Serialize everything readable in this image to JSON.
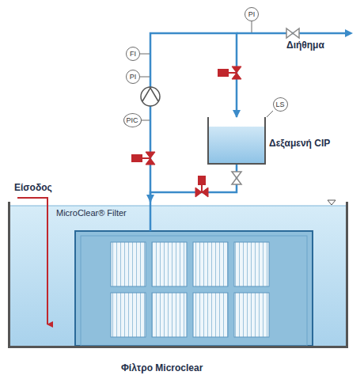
{
  "diagram": {
    "caption": "Φίλτρο Microclear",
    "nodes": [
      {
        "text": [
          "MicroClear® Filter"
        ]
      },
      {
        "text": [
          "Δεξαμενή CIP"
        ]
      },
      {
        "text": [
          "FI"
        ]
      },
      {
        "text": [
          "PI"
        ]
      },
      {
        "text": [
          "PIC"
        ]
      },
      {
        "text": [
          "PI"
        ]
      },
      {
        "text": [
          "LS"
        ]
      }
    ],
    "edges": [
      {
        "from": 0,
        "to": 1,
        "arrow": "to"
      },
      {
        "from": 1,
        "to": 0,
        "arrow": "to"
      }
    ],
    "labels": [
      "Είσοδος",
      "Διήθημα"
    ]
  }
}
